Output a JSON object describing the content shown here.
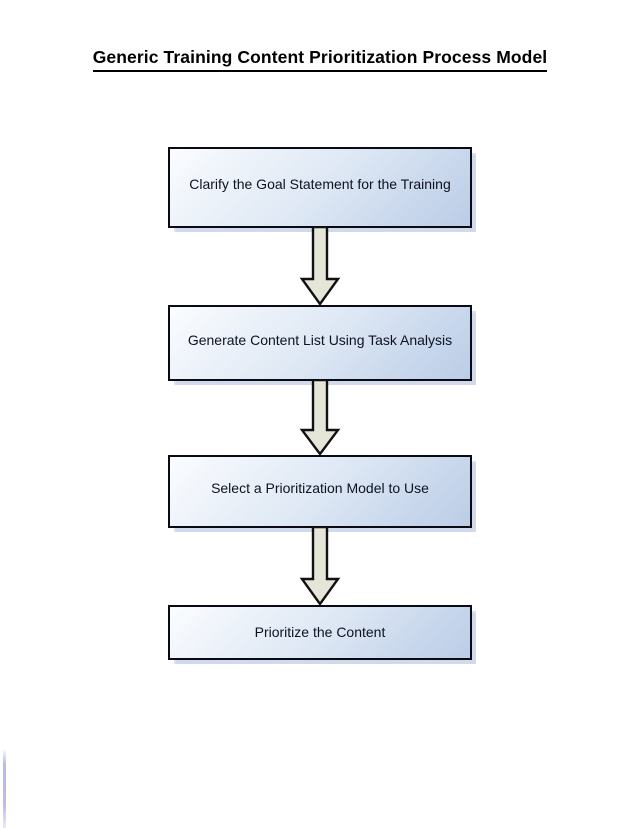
{
  "document": {
    "title": "Generic Training Content Prioritization Process Model"
  },
  "colors": {
    "box_fill_light": "#fbfdff",
    "box_fill_dark": "#bbcde6",
    "box_border": "#0a0a14",
    "box_shadow": "#becbe2",
    "arrow_fill": "#e6e6d8",
    "arrow_border": "#111111",
    "text": "#0d1220",
    "title_text": "#000000"
  },
  "chart_data": {
    "type": "diagram",
    "diagram_type": "flowchart",
    "orientation": "vertical",
    "title": "Generic Training Content Prioritization Process Model",
    "nodes": [
      {
        "id": "step-1",
        "order": 1,
        "label": "Clarify the Goal Statement for the Training",
        "shape": "rectangle"
      },
      {
        "id": "step-2",
        "order": 2,
        "label": "Generate Content List Using Task Analysis",
        "shape": "rectangle"
      },
      {
        "id": "step-3",
        "order": 3,
        "label": "Select a Prioritization Model to Use",
        "shape": "rectangle"
      },
      {
        "id": "step-4",
        "order": 4,
        "label": "Prioritize the Content",
        "shape": "rectangle"
      }
    ],
    "edges": [
      {
        "id": "edge-1",
        "from": "step-1",
        "to": "step-2",
        "style": "block-arrow",
        "direction": "down"
      },
      {
        "id": "edge-2",
        "from": "step-2",
        "to": "step-3",
        "style": "block-arrow",
        "direction": "down"
      },
      {
        "id": "edge-3",
        "from": "step-3",
        "to": "step-4",
        "style": "block-arrow",
        "direction": "down"
      }
    ]
  },
  "flow": {
    "steps": [
      {
        "label": "Clarify the Goal Statement for the Training"
      },
      {
        "label": "Generate Content List Using Task Analysis"
      },
      {
        "label": "Select a Prioritization Model to Use"
      },
      {
        "label": "Prioritize the Content"
      }
    ],
    "arrows": [
      {
        "name": "arrow-step1-to-step2"
      },
      {
        "name": "arrow-step2-to-step3"
      },
      {
        "name": "arrow-step3-to-step4"
      }
    ]
  }
}
